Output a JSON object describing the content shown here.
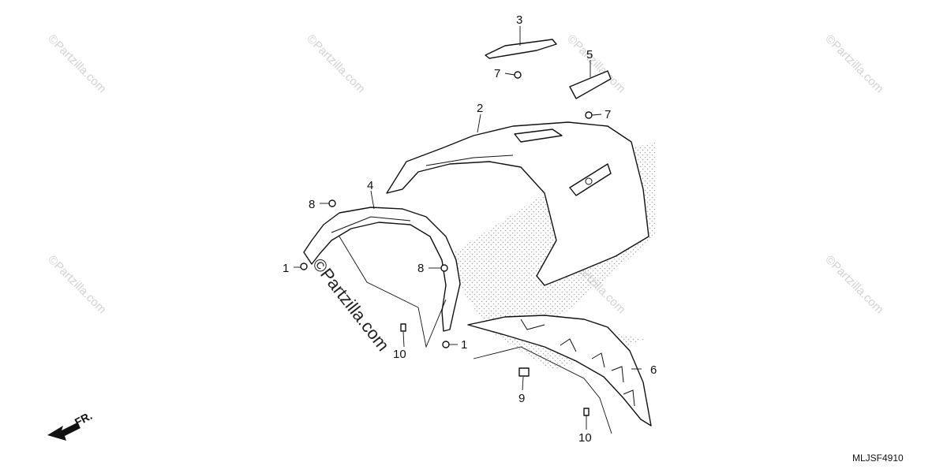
{
  "diagram": {
    "callouts": [
      {
        "id": "c3",
        "text": "3"
      },
      {
        "id": "c7a",
        "text": "7"
      },
      {
        "id": "c5",
        "text": "5"
      },
      {
        "id": "c7b",
        "text": "7"
      },
      {
        "id": "c2",
        "text": "2"
      },
      {
        "id": "c4",
        "text": "4"
      },
      {
        "id": "c8a",
        "text": "8"
      },
      {
        "id": "c1a",
        "text": "1"
      },
      {
        "id": "c8b",
        "text": "8"
      },
      {
        "id": "c10a",
        "text": "10"
      },
      {
        "id": "c1b",
        "text": "1"
      },
      {
        "id": "c6",
        "text": "6"
      },
      {
        "id": "c9",
        "text": "9"
      },
      {
        "id": "c10b",
        "text": "10"
      }
    ],
    "direction_label": "FR.",
    "diagram_code": "MLJSF4910",
    "watermark_text": "©Partzilla.com",
    "center_watermark_text": "©Partzilla.com"
  }
}
